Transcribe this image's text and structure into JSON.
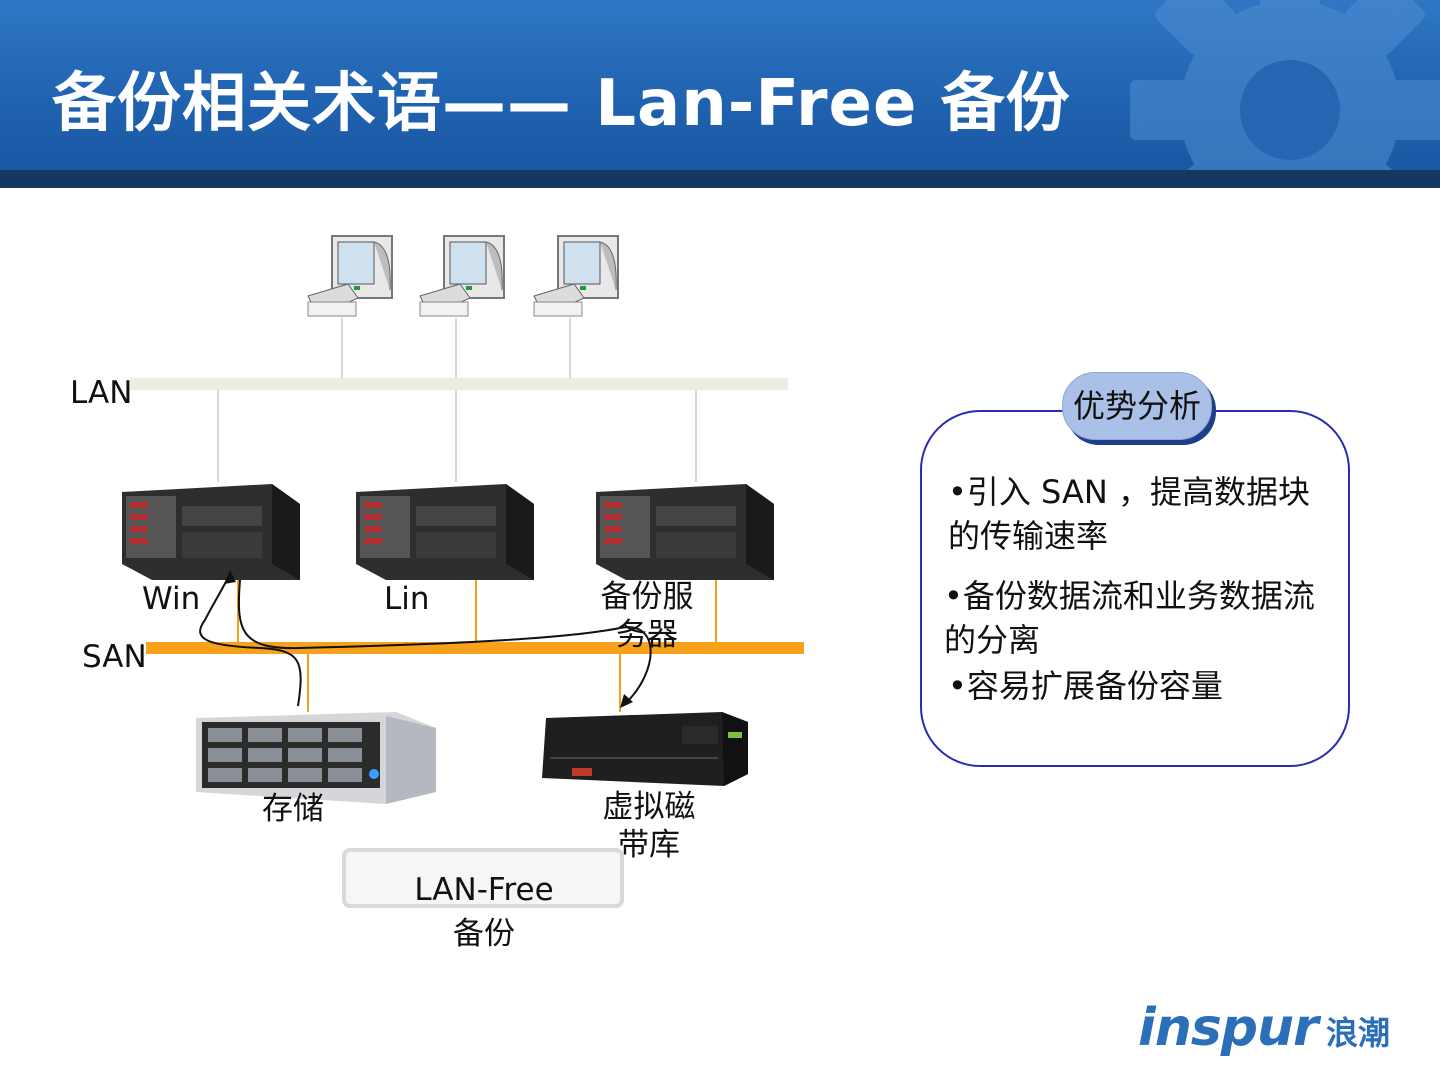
{
  "slide": {
    "title": "备份相关术语—— Lan-Free 备份"
  },
  "network": {
    "lan_label": "LAN",
    "san_label": "SAN"
  },
  "servers": [
    {
      "label": "Win"
    },
    {
      "label": "Lin"
    },
    {
      "label": "备份服\n务器"
    }
  ],
  "devices": {
    "storage_label": "存储",
    "tape_label": "虚拟磁\n带库"
  },
  "legend": {
    "label": "LAN-Free\n备份"
  },
  "advantages": {
    "title": "优势分析",
    "items": [
      "•引入 SAN ，提高数据块的传输速率",
      "•备份数据流和业务数据流的分离",
      "•容易扩展备份容量"
    ]
  },
  "logo": {
    "brand": "inspur",
    "brand_cn": "浪潮"
  },
  "colors": {
    "header_blue": "#1f62b0",
    "san_orange": "#f7a21a",
    "lan_beige": "#eeece4",
    "callout_border": "#2b2bb0"
  }
}
